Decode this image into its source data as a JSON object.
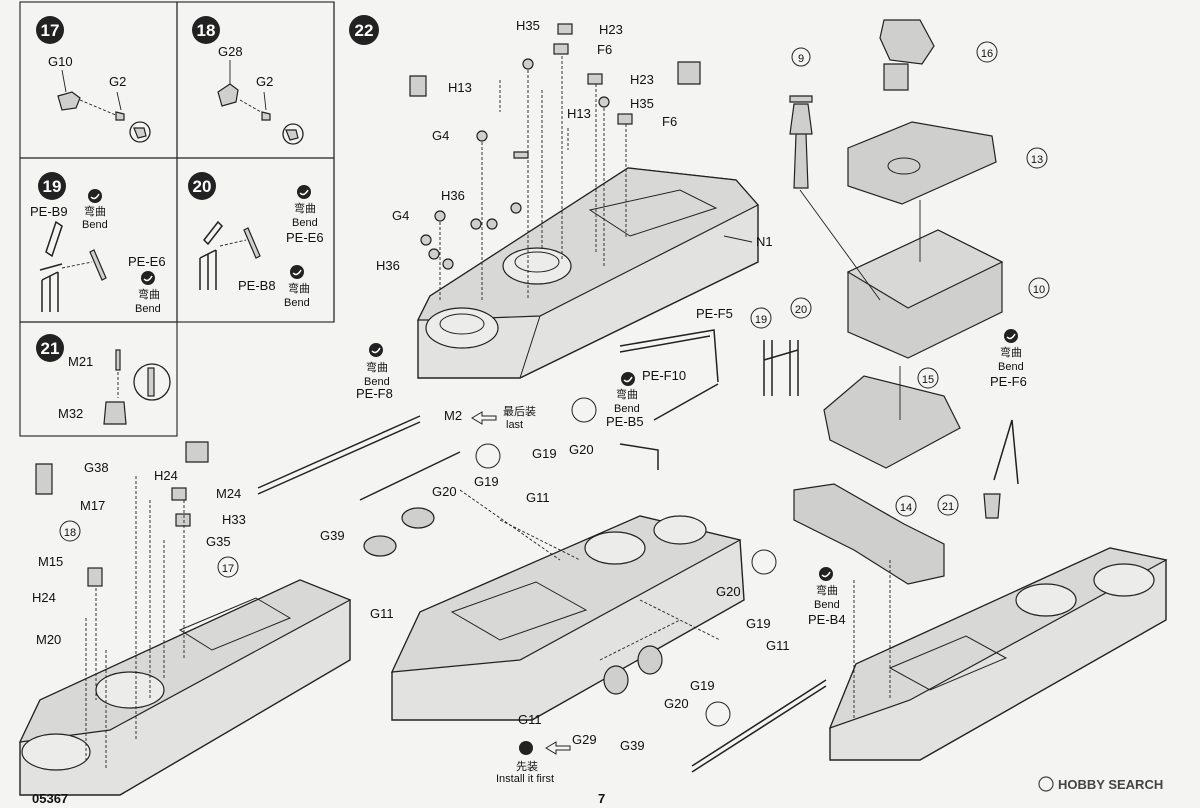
{
  "page": {
    "footer_left": "05367",
    "footer_center": "7",
    "watermark": "HOBBY SEARCH"
  },
  "steps": {
    "s17": {
      "num": "17",
      "parts": [
        "G10",
        "G2"
      ]
    },
    "s18": {
      "num": "18",
      "parts": [
        "G28",
        "G2"
      ]
    },
    "s19": {
      "num": "19",
      "parts": [
        "PE-B9",
        "PE-E6"
      ]
    },
    "s20": {
      "num": "20",
      "parts": [
        "PE-E6",
        "PE-B8"
      ]
    },
    "s21": {
      "num": "21",
      "parts": [
        "M21",
        "M32"
      ]
    },
    "s22": {
      "num": "22"
    }
  },
  "bend": {
    "cn": "弯曲",
    "en": "Bend"
  },
  "notes": {
    "last": {
      "cn": "最后装",
      "en": "last"
    },
    "first": {
      "cn": "先装",
      "en": "Install it first"
    }
  },
  "labels": {
    "h35a": "H35",
    "h23a": "H23",
    "f6a": "F6",
    "h13a": "H13",
    "h23b": "H23",
    "h13b": "H13",
    "h35b": "H35",
    "f6b": "F6",
    "g4a": "G4",
    "g4b": "G4",
    "h36a": "H36",
    "h36b": "H36",
    "n1": "N1",
    "n9": "9",
    "n10": "10",
    "n13": "13",
    "n14": "14",
    "n15": "15",
    "n16": "16",
    "n19": "19",
    "n20": "20",
    "n21": "21",
    "n17c": "17",
    "n18c": "18",
    "pef5": "PE-F5",
    "pef10": "PE-F10",
    "peb5": "PE-B5",
    "pef8": "PE-F8",
    "pef6": "PE-F6",
    "peb4": "PE-B4",
    "m2": "M2",
    "g19a": "G19",
    "g19b": "G19",
    "g19c": "G19",
    "g19d": "G19",
    "g20a": "G20",
    "g20b": "G20",
    "g20c": "G20",
    "g20d": "G20",
    "g11a": "G11",
    "g11b": "G11",
    "g11c": "G11",
    "g11d": "G11",
    "g39a": "G39",
    "g39b": "G39",
    "g29": "G29",
    "g38": "G38",
    "h24a": "H24",
    "m24": "M24",
    "m17": "M17",
    "h33": "H33",
    "g35": "G35",
    "m15": "M15",
    "h24b": "H24",
    "m20": "M20"
  }
}
